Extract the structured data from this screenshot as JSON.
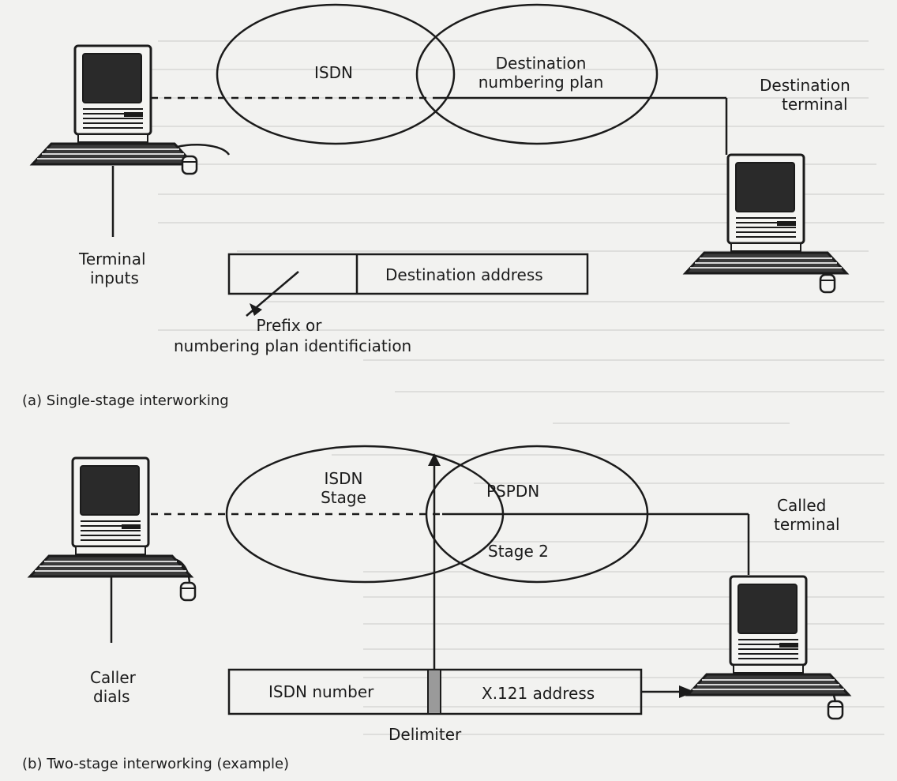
{
  "diagram_a": {
    "caption": "(a) Single-stage interworking",
    "net_left": "ISDN",
    "net_right_line1": "Destination",
    "net_right_line2": "numbering plan",
    "dest_terminal_line1": "Destination",
    "dest_terminal_line2": "terminal",
    "terminal_inputs_line1": "Terminal",
    "terminal_inputs_line2": "inputs",
    "field_dest_address": "Destination address",
    "prefix_line1": "Prefix or",
    "prefix_line2": "numbering plan identificiation"
  },
  "diagram_b": {
    "caption": "(b) Two-stage interworking (example)",
    "net_left_line1": "ISDN",
    "net_left_line2": "Stage",
    "net_right": "PSPDN",
    "stage2": "Stage 2",
    "called_terminal_line1": "Called",
    "called_terminal_line2": "terminal",
    "caller_line1": "Caller",
    "caller_line2": "dials",
    "field_isdn_number": "ISDN number",
    "field_x121": "X.121 address",
    "delimiter": "Delimiter"
  },
  "icons": [
    "computer-terminal-icon",
    "keyboard-icon",
    "mouse-icon"
  ],
  "colors": {
    "ink": "#1b1b1b",
    "paper": "#f2f2f0",
    "screen": "#2a2a2a",
    "bleed": "#9a9a9a"
  }
}
